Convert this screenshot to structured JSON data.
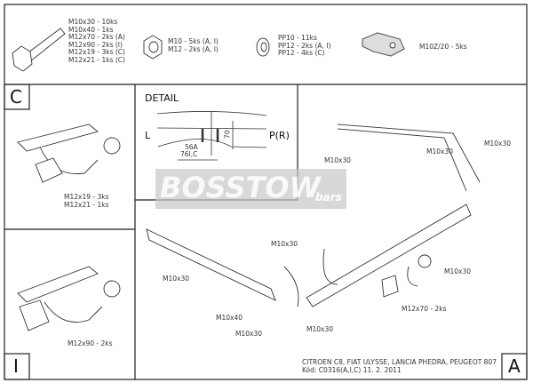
{
  "parts": {
    "bolts": [
      "M10x30 - 10ks",
      "M10x40 - 1ks",
      "M12x70 - 2ks (A)",
      "M12x90 - 2ks (I)",
      "M12x19 - 3ks (C)",
      "M12x21 - 1ks (C)"
    ],
    "nuts": [
      "M10 - 5ks (A, I)",
      "M12 - 2ks (A, I)"
    ],
    "washers": [
      "PP10 - 11ks",
      "PP12 - 2ks (A, I)",
      "PP12 - 4ks (C)"
    ],
    "clip": "M10Z/20 - 5ks"
  },
  "panels": {
    "c_label": "C",
    "i_label": "I",
    "a_label": "A"
  },
  "detail": {
    "title": "DETAIL",
    "left": "L",
    "right": "P(R)",
    "dim_height": "70",
    "dim_a": "56A",
    "dim_ic": "76I,C"
  },
  "panel_c_labels": [
    "M12x19 - 3ks",
    "M12x21 - 1ks"
  ],
  "panel_i_label": "M12x90 - 2ks",
  "main_labels": {
    "l1": "M10x30",
    "l2": "M10x30",
    "l3": "M10x30",
    "l4": "M10x30",
    "l5": "M10x30",
    "l6": "M10x40",
    "l7": "M10x30",
    "l8": "M10x30",
    "l9": "M12x70 - 2ks",
    "l10": "M10x30"
  },
  "watermark": {
    "brand": "BOSSTOW",
    "suffix": "bars"
  },
  "footer": {
    "vehicles": "CITROEN C8, FIAT ULYSSE, LANCIA PHEDRA, PEUGEOT 807",
    "code": "Kód: C0316(A,I,C)  11. 2. 2011"
  }
}
